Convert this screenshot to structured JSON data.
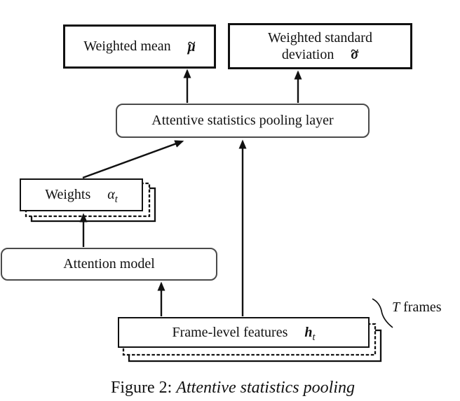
{
  "figure": {
    "nodes": {
      "weighted_mean": {
        "label": "Weighted mean",
        "symbol": "μ",
        "tilde": "~"
      },
      "weighted_std": {
        "line1": "Weighted standard",
        "line2": "deviation",
        "symbol": "σ",
        "tilde": "~"
      },
      "pooling": {
        "label": "Attentive statistics pooling layer"
      },
      "weights": {
        "label": "Weights",
        "symbol": "α",
        "subscript": "t"
      },
      "attention": {
        "label": "Attention model"
      },
      "frames": {
        "label": "Frame-level features",
        "symbol": "h",
        "subscript": "t"
      }
    },
    "annotation": {
      "t_var": "T",
      "t_rest": " frames"
    },
    "caption": {
      "prefix": "Figure 2: ",
      "title": "Attentive statistics pooling"
    },
    "colors": {
      "ink": "#111111",
      "rounded_border": "#4a4a4a",
      "background": "#ffffff"
    }
  }
}
